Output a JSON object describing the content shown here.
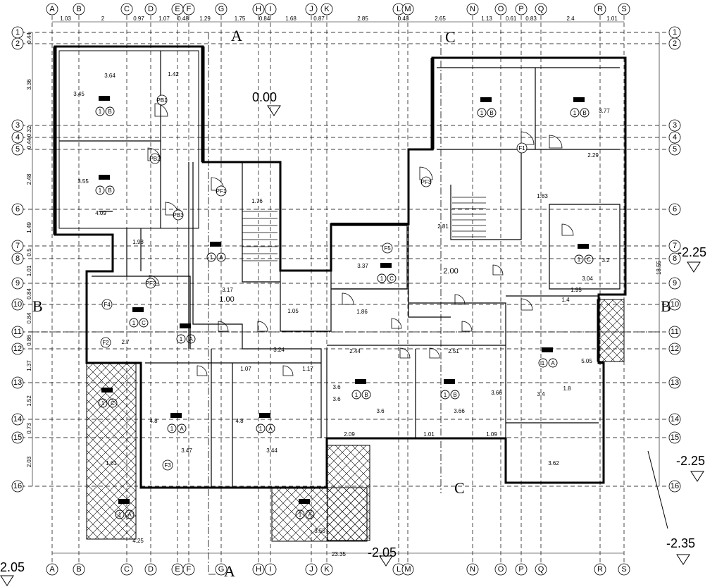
{
  "grid": {
    "columns": [
      "A",
      "B",
      "C",
      "D",
      "E",
      "F",
      "G",
      "H",
      "I",
      "J",
      "K",
      "L",
      "M",
      "N",
      "O",
      "P",
      "Q",
      "R",
      "S"
    ],
    "rows": [
      "1",
      "2",
      "3",
      "4",
      "5",
      "6",
      "7",
      "8",
      "9",
      "10",
      "11",
      "12",
      "13",
      "14",
      "15",
      "16"
    ],
    "top_dimensions": [
      "1.03",
      "2",
      "0.97",
      "1.07",
      "0.48",
      "1.29",
      "1.75",
      "0.84",
      "1.68",
      "0.87",
      "2.85",
      "0.48",
      "2.65",
      "1.13",
      "0.61",
      "0.83",
      "2.4",
      "1.01"
    ],
    "left_dimensions": [
      "0.44",
      "3.36",
      "0.32",
      "0.44",
      "2.48",
      "1.49",
      "0.5",
      "1.01",
      "0.84",
      "0.84",
      "0.86",
      "1.37",
      "1.52",
      "0.73",
      "2.03"
    ],
    "overall_width": "23.35",
    "overall_height": "18.55"
  },
  "levels": {
    "entry": "0.00",
    "right_upper": "-2.25",
    "right_lower": "-2.25",
    "right_bottom": "-2.35",
    "bottom_center": "-2.05",
    "bottom_left": "2.05",
    "stair_landing": "1.00",
    "stair_top": "2.00"
  },
  "sections": {
    "a": "A",
    "b": "B",
    "c": "C"
  },
  "rooms": [
    {
      "id": "1",
      "tag": "B"
    },
    {
      "id": "1",
      "tag": "B"
    },
    {
      "id": "1",
      "tag": "A"
    },
    {
      "id": "1",
      "tag": "C"
    },
    {
      "id": "1",
      "tag": "C"
    },
    {
      "id": "1",
      "tag": "A"
    },
    {
      "id": "1",
      "tag": "A"
    },
    {
      "id": "1",
      "tag": "B"
    },
    {
      "id": "1",
      "tag": "B"
    },
    {
      "id": "1",
      "tag": "B"
    },
    {
      "id": "1",
      "tag": "B"
    },
    {
      "id": "1",
      "tag": "C"
    },
    {
      "id": "1",
      "tag": "A"
    },
    {
      "id": "1",
      "tag": "C"
    },
    {
      "id": "1",
      "tag": "A"
    },
    {
      "id": "1",
      "tag": "A"
    },
    {
      "id": "1",
      "tag": "A"
    }
  ],
  "room_dimensions": [
    "3.64",
    "1.42",
    "3.55",
    "4.09",
    "3.45",
    "3.17",
    "3.37",
    "3.6",
    "3.6",
    "3.66",
    "3.4",
    "3.47",
    "3.44",
    "1.86",
    "2.44",
    "2.51",
    "3.24",
    "1.76",
    "1.83",
    "2.81",
    "2.29",
    "3.04",
    "1.95",
    "3.62",
    "1.61",
    "4.25",
    "3.55",
    "1.98",
    "1.05",
    "1.07",
    "1.17",
    "1.4",
    "2.09",
    "1.01",
    "1.09",
    "3.6",
    "3.66",
    "4.8",
    "4.8",
    "5.05",
    "1.8",
    "3.77",
    "3.2",
    "2.7"
  ],
  "openings": [
    "PB1",
    "PB2",
    "PB3",
    "PF1",
    "PF3",
    "F1",
    "F2",
    "F3",
    "F4",
    "F5",
    "PF2"
  ]
}
